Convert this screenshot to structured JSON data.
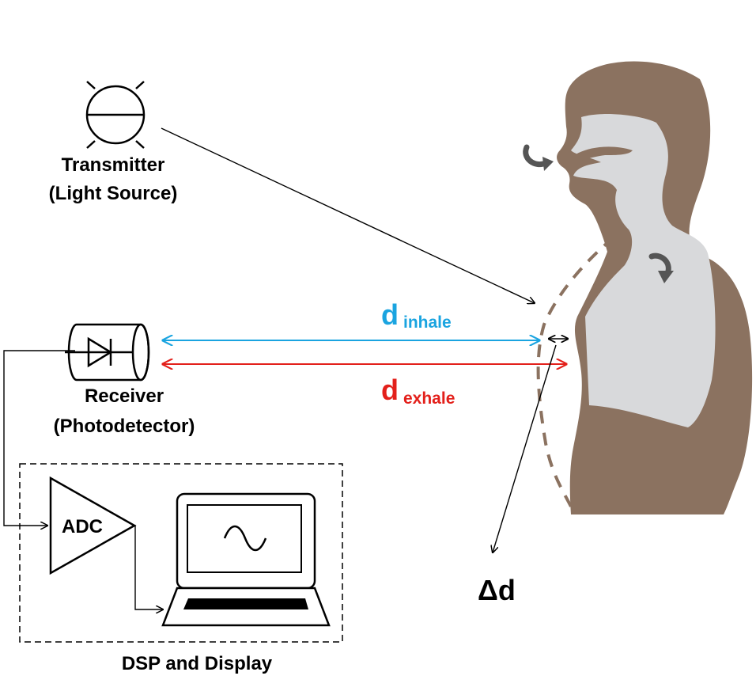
{
  "colors": {
    "body": "#8b7260",
    "airway": "#d8d9db",
    "inhale": "#1aa4e0",
    "exhale": "#e3201b",
    "arrow_gray": "#555555",
    "stroke": "#000000"
  },
  "transmitter": {
    "line1": "Transmitter",
    "line2": "(Light Source)"
  },
  "receiver": {
    "line1": "Receiver",
    "line2": "(Photodetector)"
  },
  "adc": {
    "label": "ADC"
  },
  "dsp_box": {
    "label": "DSP and Display"
  },
  "d_inhale": {
    "main": "d",
    "sub": "inhale"
  },
  "d_exhale": {
    "main": "d",
    "sub": "exhale"
  },
  "delta_d": {
    "label": "Δd"
  },
  "icons": [
    "lamp-icon",
    "photodiode-icon",
    "amplifier-icon",
    "laptop-icon",
    "sine-wave-icon",
    "curved-arrow-icon",
    "human-torso-silhouette"
  ]
}
